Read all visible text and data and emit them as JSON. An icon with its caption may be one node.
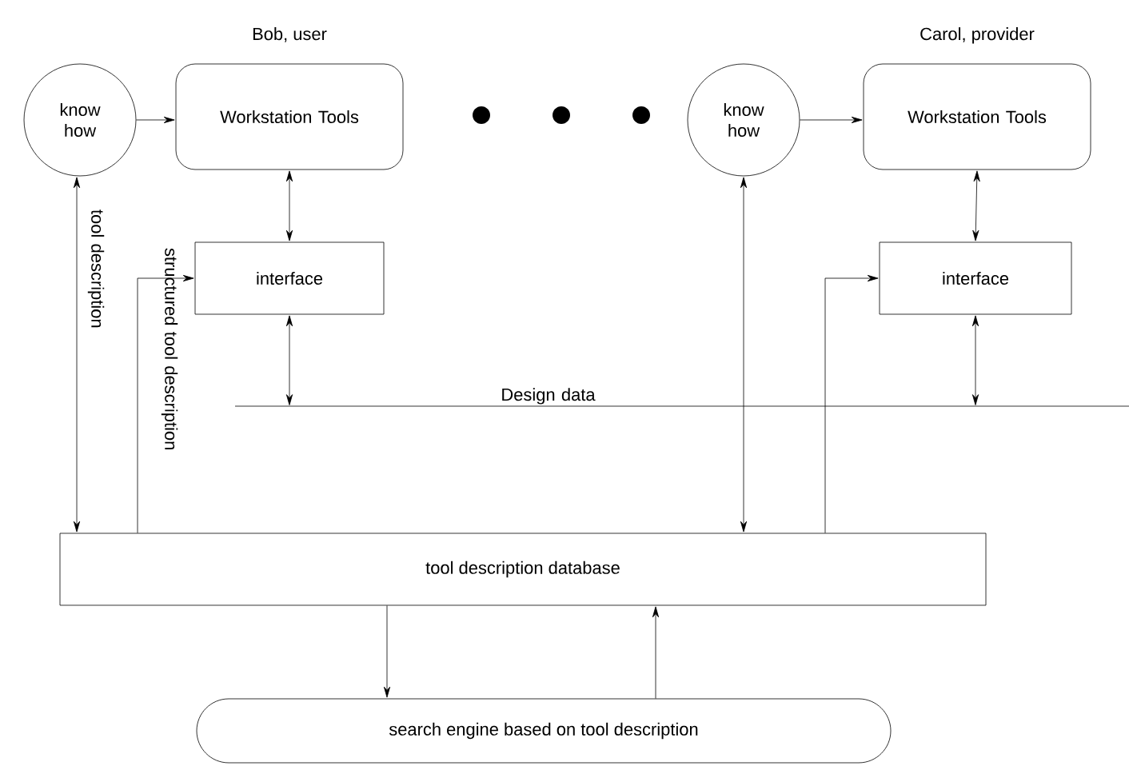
{
  "diagram": {
    "nodes": [
      {
        "text": [
          "know how"
        ]
      },
      {
        "text": [
          "Workstation Tools"
        ],
        "beside": [
          "Bob, user"
        ]
      },
      {
        "text": [
          "interface"
        ]
      },
      {
        "text": [
          "know how"
        ]
      },
      {
        "text": [
          "Workstation Tools"
        ],
        "beside": [
          "Carol, provider"
        ]
      },
      {
        "text": [
          "interface"
        ]
      },
      {
        "text": [
          "Design data"
        ]
      },
      {
        "text": [
          "tool description database"
        ]
      },
      {
        "text": [
          "search engine based on tool description"
        ]
      }
    ],
    "edges": [
      {
        "from": 0,
        "to": 1,
        "arrow": "to"
      },
      {
        "from": 1,
        "to": 2,
        "arrow": "both"
      },
      {
        "from": 2,
        "to": 6,
        "arrow": "both"
      },
      {
        "from": 3,
        "to": 4,
        "arrow": "to"
      },
      {
        "from": 4,
        "to": 5,
        "arrow": "both"
      },
      {
        "from": 5,
        "to": 6,
        "arrow": "both"
      },
      {
        "from": 7,
        "to": 0,
        "arrow": "both",
        "label": "tool description"
      },
      {
        "from": 7,
        "to": 2,
        "arrow": "to",
        "label": "structured tool description"
      },
      {
        "from": 7,
        "to": 3,
        "arrow": "both"
      },
      {
        "from": 7,
        "to": 5,
        "arrow": "to"
      },
      {
        "from": 7,
        "to": 8,
        "arrow": "to"
      },
      {
        "from": 8,
        "to": 7,
        "arrow": "to"
      }
    ]
  }
}
